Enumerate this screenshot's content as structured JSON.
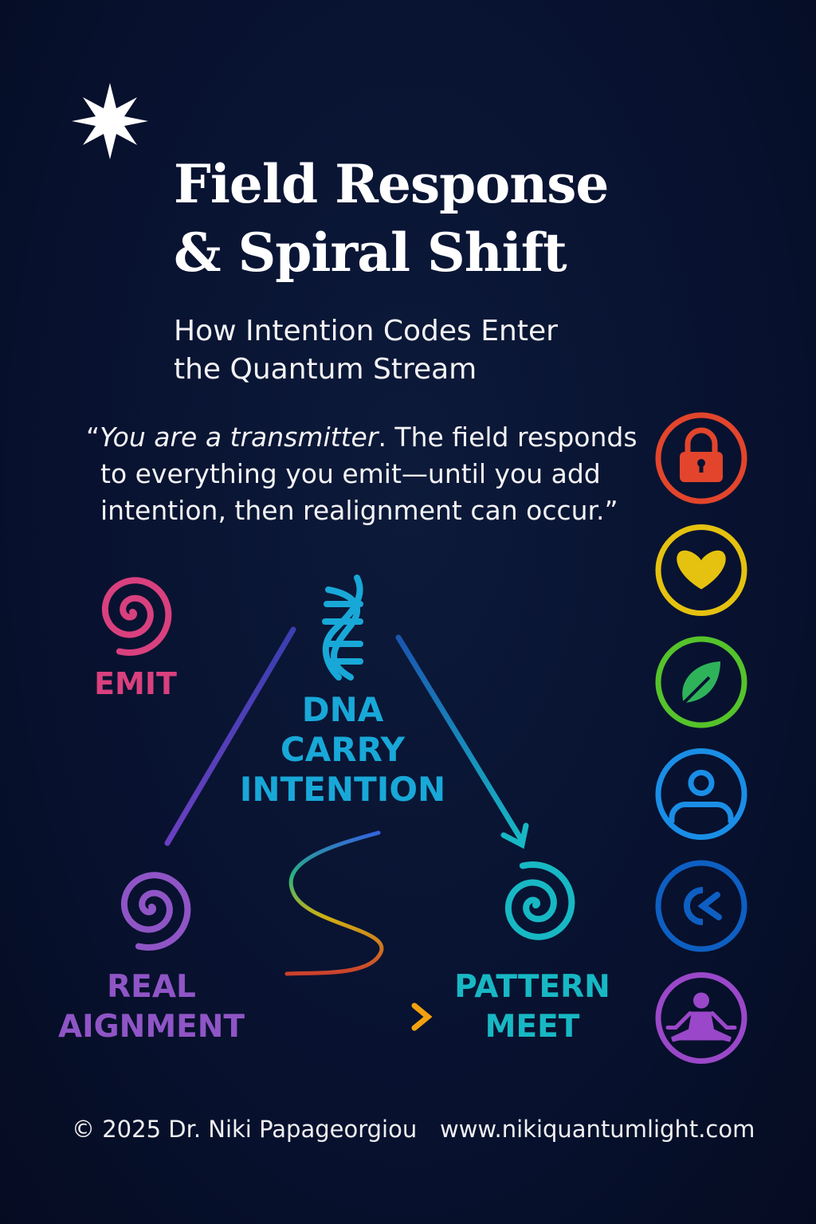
{
  "title": {
    "line1": "Field Response",
    "line2": "& Spiral Shift"
  },
  "subtitle": {
    "line1": "How Intention Codes Enter",
    "line2": "the Quantum Stream"
  },
  "quote": {
    "open": "“",
    "italic": "You are a transmitter",
    "rest1": ". The field responds",
    "line2": "to everything you emit—until you add",
    "line3": "intention, then realignment can occur.”"
  },
  "diagram": {
    "emit": "EMIT",
    "dna": [
      "DNA",
      "CARRY",
      "INTENTION"
    ],
    "real": [
      "REAL",
      "AIGNMENT"
    ],
    "pattern": [
      "PATTERN",
      "MEET"
    ]
  },
  "icons": [
    {
      "name": "lock-icon",
      "color": "#e2452c"
    },
    {
      "name": "heart-icon",
      "color": "#e5c20f"
    },
    {
      "name": "leaf-icon",
      "color": "#55c32b"
    },
    {
      "name": "person-icon",
      "color": "#1a8ee6"
    },
    {
      "name": "connect-icon",
      "color": "#0e5fc2"
    },
    {
      "name": "meditation-icon",
      "color": "#9a48c9"
    }
  ],
  "colors": {
    "emit": "#d9407e",
    "dna": "#18a8d8",
    "real": "#8f55c6",
    "pattern": "#17b8c4",
    "background": "#081230"
  },
  "footer": {
    "copyright": "© 2025 Dr. Niki Papageorgiou",
    "website": "www.nikiquantumlight.com"
  }
}
